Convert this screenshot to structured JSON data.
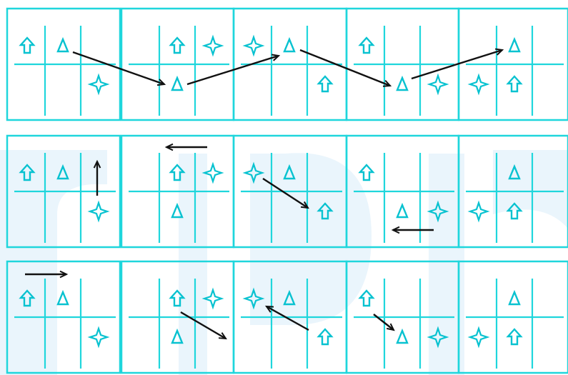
{
  "colors": {
    "grid": "#1fd6dc",
    "symbol": "#08c2d0",
    "arrow": "#111111",
    "watermark": "#e6f3fb"
  },
  "symbol_names": {
    "U": "up-arrow-icon",
    "T": "triangle-icon",
    "S": "four-point-star-icon"
  },
  "rows": [
    {
      "cells": [
        {
          "symbols": {
            "tl": "U",
            "tm": "T",
            "br": "S"
          }
        },
        {
          "symbols": {
            "tm": "U",
            "tr": "S",
            "bm": "T"
          }
        },
        {
          "symbols": {
            "tl": "S",
            "tm": "T",
            "br": "U"
          }
        },
        {
          "symbols": {
            "tl": "U",
            "bm": "T",
            "br": "S"
          }
        },
        {
          "symbols": {
            "tm": "T",
            "bl": "S",
            "bm": "U"
          }
        }
      ]
    },
    {
      "cells": [
        {
          "symbols": {
            "tl": "U",
            "tm": "T",
            "br": "S"
          }
        },
        {
          "symbols": {
            "tm": "U",
            "tr": "S",
            "bm": "T"
          }
        },
        {
          "symbols": {
            "tl": "S",
            "tm": "T",
            "br": "U"
          }
        },
        {
          "symbols": {
            "tl": "U",
            "bm": "T",
            "br": "S"
          }
        },
        {
          "symbols": {
            "tm": "T",
            "bl": "S",
            "bm": "U"
          }
        }
      ]
    },
    {
      "cells": [
        {
          "symbols": {
            "tl": "U",
            "tm": "T",
            "br": "S"
          }
        },
        {
          "symbols": {
            "tm": "U",
            "tr": "S",
            "bm": "T"
          }
        },
        {
          "symbols": {
            "tl": "S",
            "tm": "T",
            "br": "U"
          }
        },
        {
          "symbols": {
            "tl": "U",
            "bm": "T",
            "br": "S"
          }
        },
        {
          "symbols": {
            "tm": "T",
            "bl": "S",
            "bm": "U"
          }
        }
      ]
    }
  ]
}
